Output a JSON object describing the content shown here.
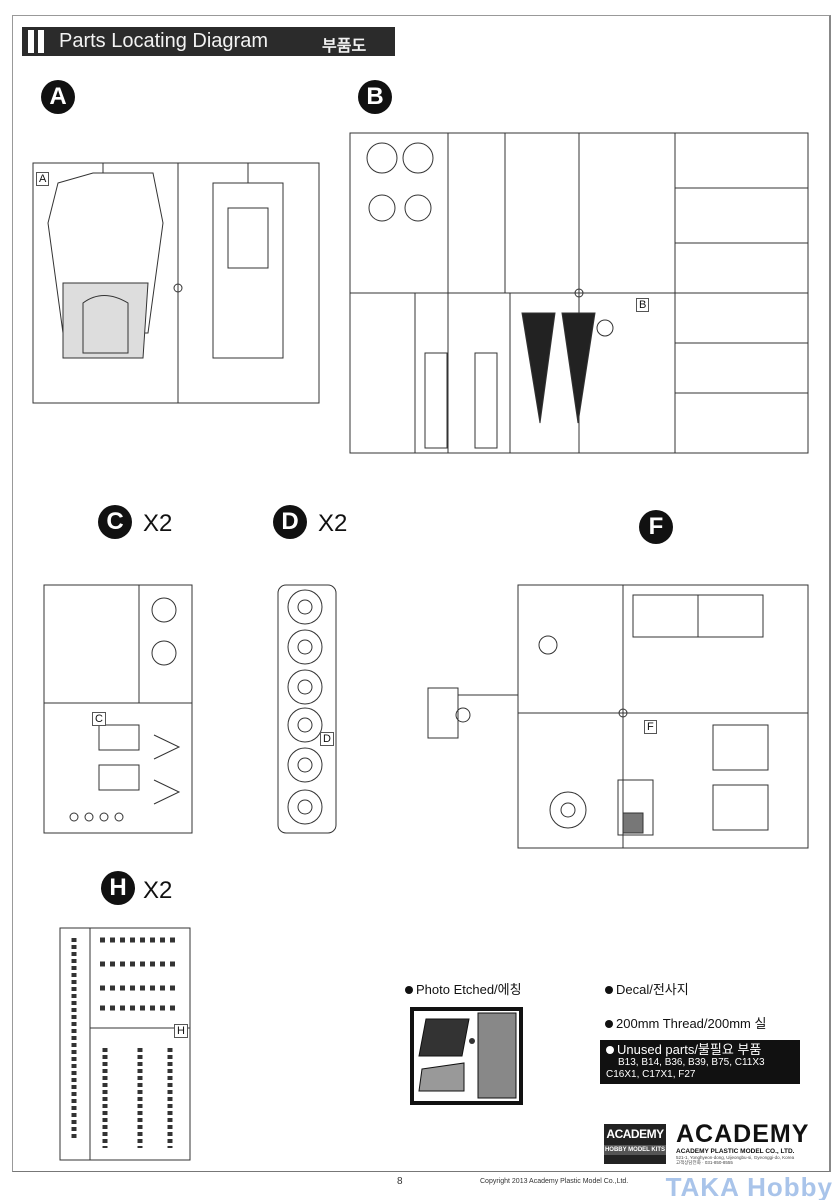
{
  "header": {
    "title": "Parts Locating Diagram",
    "title_ko": "부품도"
  },
  "sprues": [
    {
      "letter": "A",
      "quantity": ""
    },
    {
      "letter": "B",
      "quantity": ""
    },
    {
      "letter": "C",
      "quantity": "X2"
    },
    {
      "letter": "D",
      "quantity": "X2"
    },
    {
      "letter": "F",
      "quantity": ""
    },
    {
      "letter": "H",
      "quantity": "X2"
    }
  ],
  "legend": {
    "photo_etched": "Photo Etched/에칭",
    "decal": "Decal/전사지",
    "thread": "200mm Thread/200mm 실",
    "unused_title": "Unused parts/불필요 부품",
    "unused_line1": "B13, B14, B36, B39, B75, C11X3",
    "unused_line2": "C16X1, C17X1, F27"
  },
  "branding": {
    "logo_small_top": "ACADEMY",
    "logo_small_bottom": "HOBBY MODEL KITS",
    "logo_big": "ACADEMY",
    "company": "ACADEMY PLASTIC MODEL CO., LTD.",
    "address": "521-1, Yonghyeon-dong, Uijeongbu-si, Gyeonggi-do, Korea",
    "phone": "고객상담전화 · 031-850-8555"
  },
  "footer": {
    "page_number": "8",
    "copyright": "Copyright 2013 Academy Plastic Model Co.,Ltd.",
    "watermark": "TAKA Hobby"
  }
}
